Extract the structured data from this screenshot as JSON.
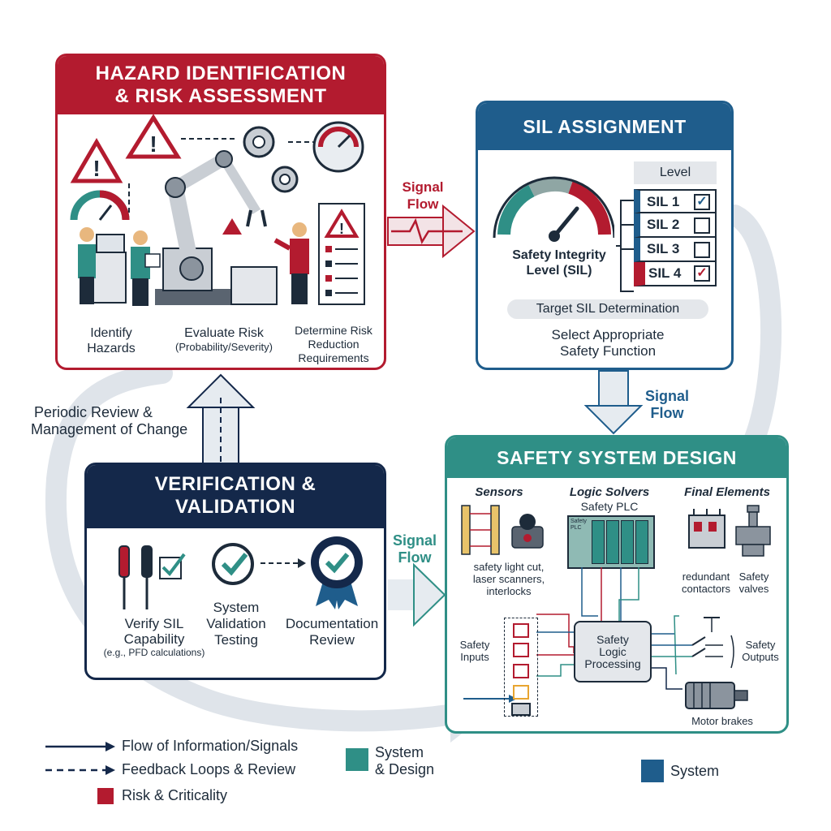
{
  "hazard": {
    "title_line1": "HAZARD IDENTIFICATION",
    "title_line2": "& RISK ASSESSMENT",
    "step1_l1": "Identify",
    "step1_l2": "Hazards",
    "step2_l1": "Evaluate Risk",
    "step2_l2": "(Probability/Severity)",
    "step3_l1": "Determine Risk",
    "step3_l2": "Reduction",
    "step3_l3": "Requirements"
  },
  "sil": {
    "title": "SIL ASSIGNMENT",
    "gauge_label_l1": "Safety Integrity",
    "gauge_label_l2": "Level (SIL)",
    "level_header": "Level",
    "levels": [
      "SIL 1",
      "SIL 2",
      "SIL 3",
      "SIL 4"
    ],
    "checked": [
      true,
      false,
      false,
      true
    ],
    "target": "Target SIL Determination",
    "select_l1": "Select Appropriate",
    "select_l2": "Safety Function"
  },
  "verification": {
    "title_line1": "VERIFICATION &",
    "title_line2": "VALIDATION",
    "step1_l1": "Verify SIL",
    "step1_l2": "Capability",
    "step1_l3": "(e.g., PFD calculations)",
    "step2_l1": "System",
    "step2_l2": "Validation",
    "step2_l3": "Testing",
    "step3_l1": "Documentation",
    "step3_l2": "Review"
  },
  "design": {
    "title": "SAFETY SYSTEM DESIGN",
    "col1": "Sensors",
    "col2": "Logic Solvers",
    "col2_sub": "Safety PLC",
    "plc_label_l1": "Safety",
    "plc_label_l2": "PLC",
    "col3": "Final Elements",
    "sensors_l1": "safety light cut,",
    "sensors_l2": "laser scanners,",
    "sensors_l3": "interlocks",
    "contactors_l1": "redundant",
    "contactors_l2": "contactors",
    "valves_l1": "Safety",
    "valves_l2": "valves",
    "inputs_l1": "Safety",
    "inputs_l2": "Inputs",
    "logic_l1": "Safety",
    "logic_l2": "Logic",
    "logic_l3": "Processing",
    "outputs_l1": "Safety",
    "outputs_l2": "Outputs",
    "motor": "Motor brakes"
  },
  "flows": {
    "signal_l1": "Signal",
    "signal_l2": "Flow",
    "periodic_l1": "Periodic Review &",
    "periodic_l2": "Management of Change"
  },
  "legend": {
    "flow": "Flow of Information/Signals",
    "feedback": "Feedback Loops & Review",
    "risk": "Risk & Criticality",
    "sysdesign_l1": "System",
    "sysdesign_l2": "& Design",
    "system": "System"
  },
  "colors": {
    "risk": "#b31b2f",
    "sil": "#1f5d8c",
    "verification": "#14284a",
    "design": "#2f8f86",
    "loop": "#dfe4ea"
  }
}
